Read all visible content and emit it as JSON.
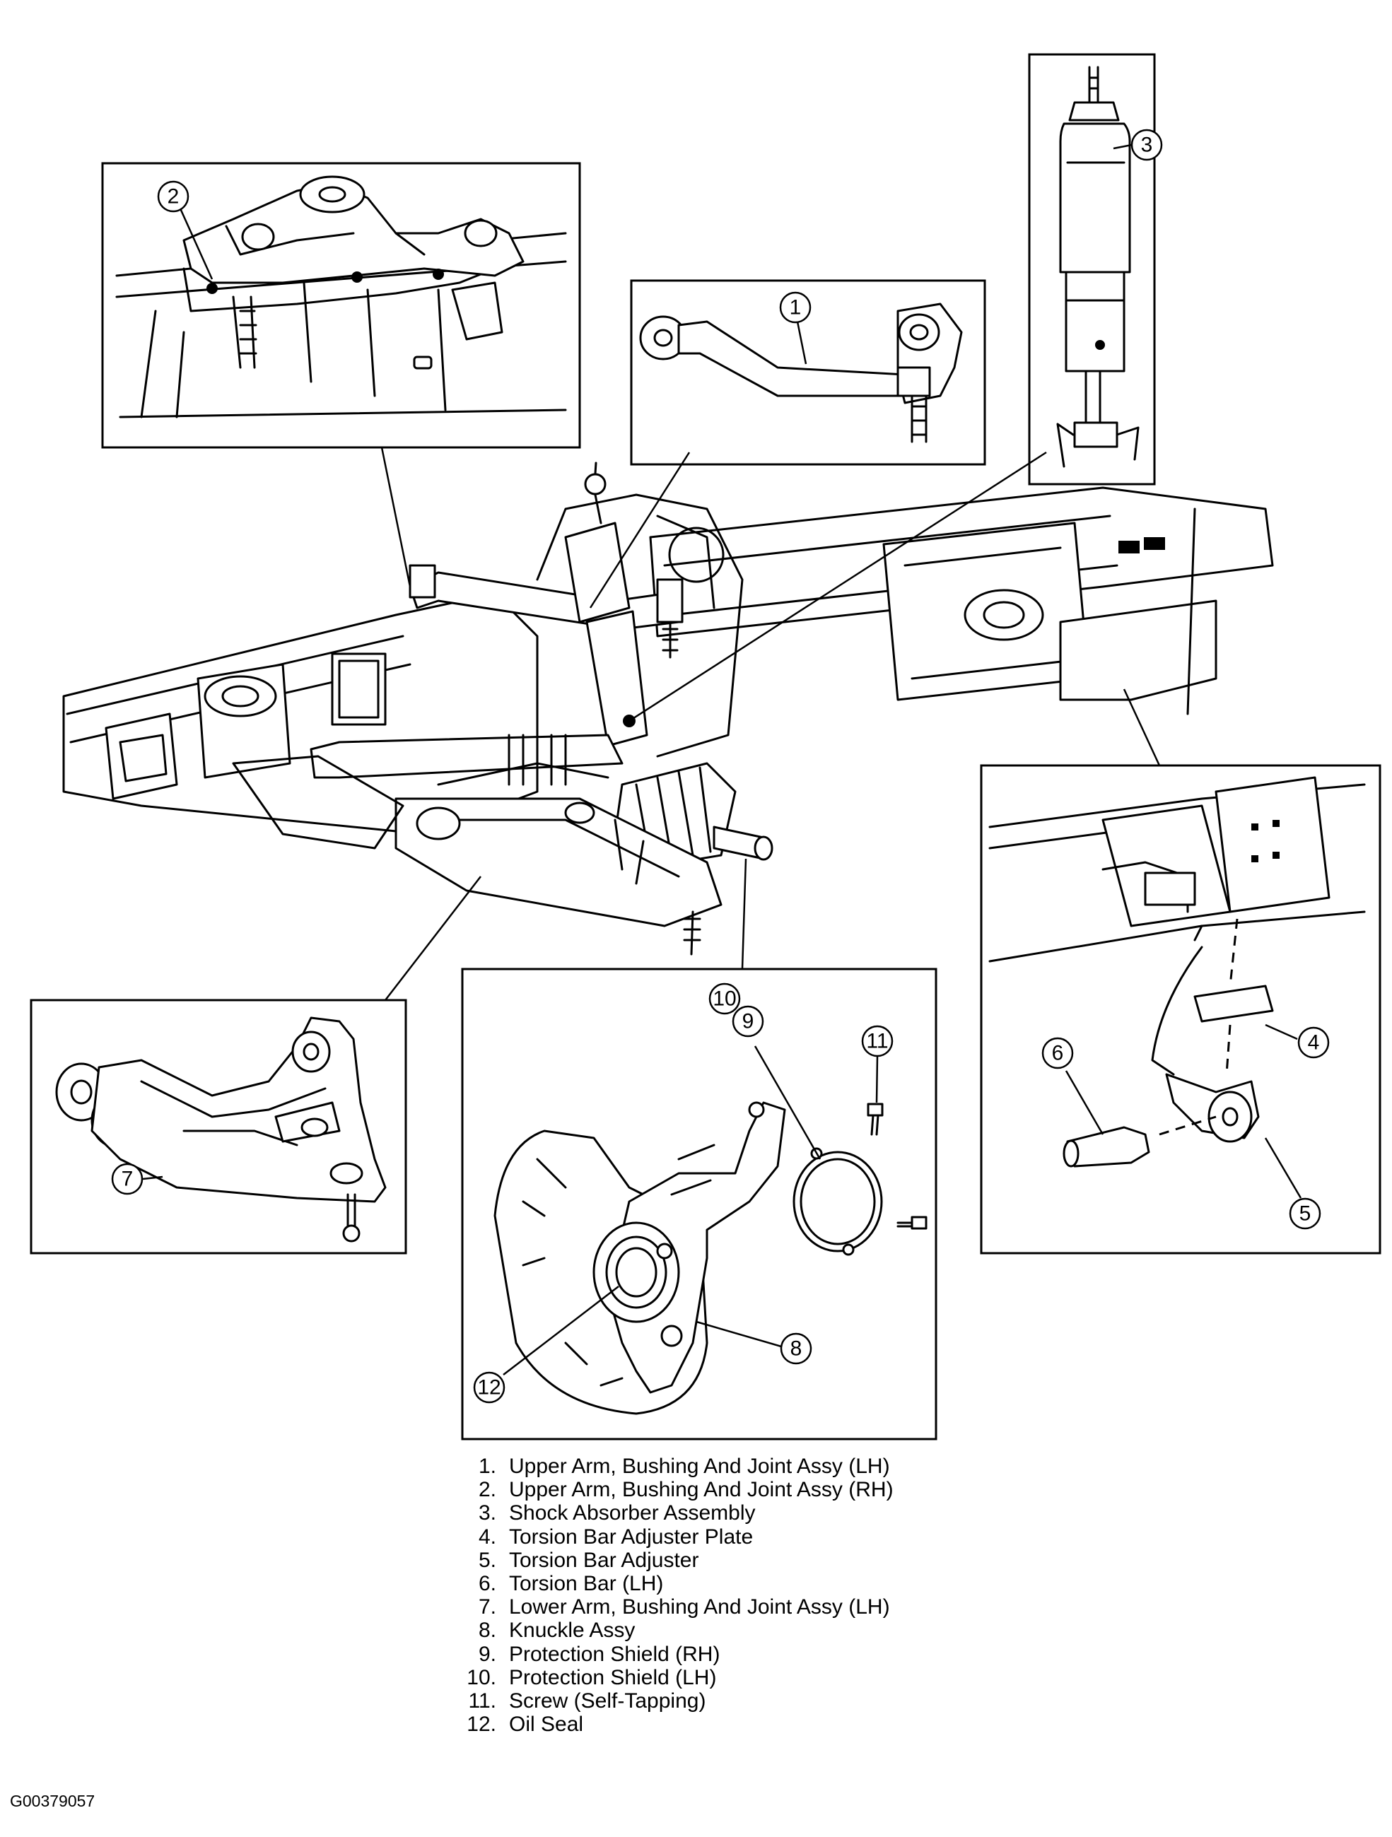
{
  "figure_id": "G00379057",
  "callouts": [
    "1",
    "2",
    "3",
    "4",
    "5",
    "6",
    "7",
    "8",
    "9",
    "10",
    "11",
    "12"
  ],
  "legend": [
    {
      "num": "1.",
      "text": "Upper Arm, Bushing And Joint Assy (LH)"
    },
    {
      "num": "2.",
      "text": "Upper Arm, Bushing And Joint Assy (RH)"
    },
    {
      "num": "3.",
      "text": "Shock Absorber Assembly"
    },
    {
      "num": "4.",
      "text": "Torsion Bar Adjuster Plate"
    },
    {
      "num": "5.",
      "text": "Torsion Bar Adjuster"
    },
    {
      "num": "6.",
      "text": "Torsion Bar (LH)"
    },
    {
      "num": "7.",
      "text": "Lower Arm, Bushing And Joint Assy (LH)"
    },
    {
      "num": "8.",
      "text": "Knuckle Assy"
    },
    {
      "num": "9.",
      "text": "Protection Shield (RH)"
    },
    {
      "num": "10.",
      "text": "Protection Shield (LH)"
    },
    {
      "num": "11.",
      "text": "Screw (Self-Tapping)"
    },
    {
      "num": "12.",
      "text": "Oil Seal"
    }
  ],
  "style": {
    "line_color": "#000000",
    "background": "#ffffff"
  }
}
